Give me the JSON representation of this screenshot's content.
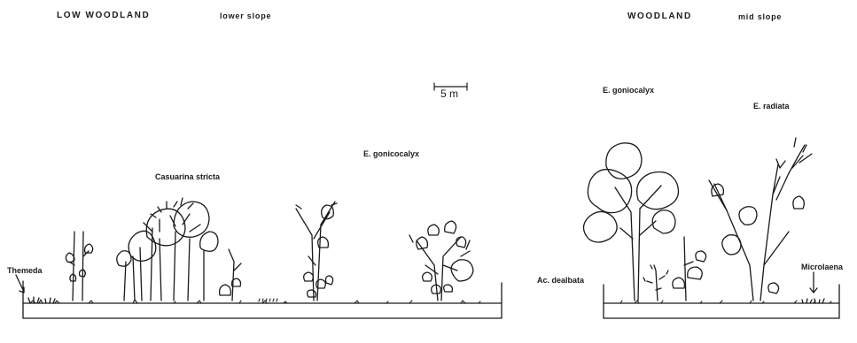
{
  "left_panel": {
    "title": "LOW WOODLAND",
    "subtitle": "lower slope",
    "species": {
      "themeda": "Themeda",
      "casuarina": "Casuarina stricta",
      "e_gonio": "E. gonicocalyx"
    }
  },
  "right_panel": {
    "title": "WOODLAND",
    "subtitle": "mid slope",
    "species": {
      "e_gonio": "E. goniocalyx",
      "e_radiata": "E. radiata",
      "acacia": "Ac. dealbata",
      "microlaena": "Microlaena"
    }
  },
  "scale_bar": {
    "label": "5 m"
  },
  "colors": {
    "ink": "#1a1a1a",
    "background": "#ffffff"
  }
}
